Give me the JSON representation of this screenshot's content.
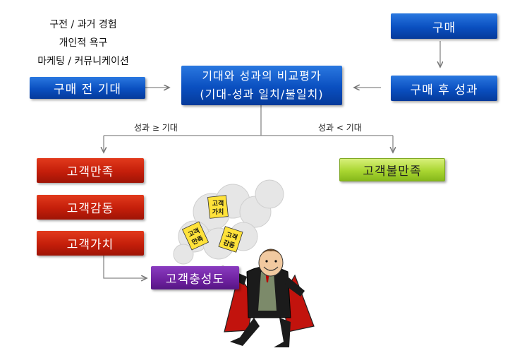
{
  "prior_factors": [
    "구전 / 과거 경험",
    "개인적 욕구",
    "마케팅 / 커뮤니케이션"
  ],
  "nodes": {
    "pre_expectation": "구매 전 기대",
    "purchase": "구매",
    "post_performance": "구매 후 성과",
    "comparison_line1": "기대와 성과의 비교평가",
    "comparison_line2": "(기대-성과 일치/불일치)",
    "satisfaction": "고객만족",
    "delight": "고객감동",
    "value": "고객가치",
    "dissatisfaction": "고객불만족",
    "loyalty": "고객충성도"
  },
  "edge_labels": {
    "left": "성과 ≥ 기대",
    "right": "성과 < 기대"
  },
  "cartoon_notes": [
    [
      "고객",
      "가치"
    ],
    [
      "고객",
      "만족"
    ],
    [
      "고객",
      "감동"
    ]
  ],
  "colors": {
    "blue": "#0a4fc0",
    "red": "#c41e0a",
    "green": "#a9d631",
    "purple": "#6e219f"
  }
}
